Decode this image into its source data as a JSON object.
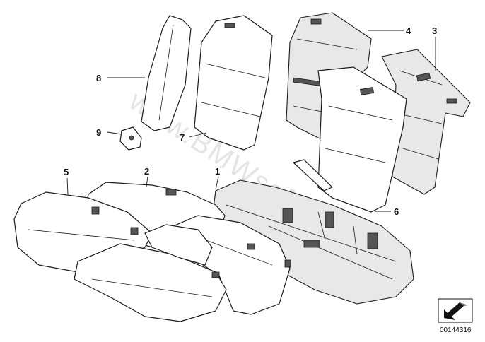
{
  "watermark": "www.BMWsoft.ru",
  "document_number": "00144316",
  "callouts": [
    {
      "id": "1",
      "text": "1"
    },
    {
      "id": "2",
      "text": "2"
    },
    {
      "id": "3",
      "text": "3"
    },
    {
      "id": "4",
      "text": "4"
    },
    {
      "id": "5",
      "text": "5"
    },
    {
      "id": "6",
      "text": "6"
    },
    {
      "id": "7",
      "text": "7"
    },
    {
      "id": "8",
      "text": "8"
    },
    {
      "id": "9",
      "text": "9"
    }
  ],
  "icons": {
    "orientation_arrow": "arrow-icon"
  }
}
